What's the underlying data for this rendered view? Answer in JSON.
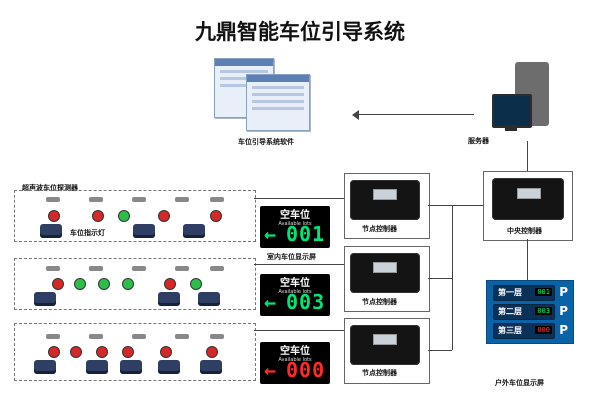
{
  "title": "九鼎智能车位引导系统",
  "labels": {
    "software": "车位引导系统软件",
    "server": "服务器",
    "sensor_zone": "超声波车位探测器",
    "space_indicator": "车位指示灯",
    "indoor_display": "室内车位显示屏",
    "node_controller": "节点控制器",
    "central_controller": "中央控制器",
    "outdoor_display": "户外车位显示屏"
  },
  "signs": [
    {
      "top": "空车位",
      "sub": "Available lots",
      "arrow": "←",
      "value": "001",
      "color": "#00e676"
    },
    {
      "top": "空车位",
      "sub": "Available lots",
      "arrow": "←",
      "value": "003",
      "color": "#00e676"
    },
    {
      "top": "空车位",
      "sub": "Available lots",
      "arrow": "←",
      "value": "000",
      "color": "#ff2a2a"
    }
  ],
  "outdoor_panel": {
    "rows": [
      {
        "label": "第一层",
        "value": "001",
        "p": "P"
      },
      {
        "label": "第二层",
        "value": "003",
        "p": "P"
      },
      {
        "label": "第三层",
        "value": "000",
        "p": "P"
      }
    ]
  },
  "lights": {
    "row1": [
      "#d62828",
      "#d62828",
      "#2bbf4a",
      "#d62828",
      "#d62828"
    ],
    "row2": [
      "#d62828",
      "#2bbf4a",
      "#2bbf4a",
      "#d62828",
      "#2bbf4a",
      "#d62828"
    ],
    "row3": [
      "#d62828",
      "#d62828",
      "#d62828",
      "#d62828",
      "#d62828",
      "#d62828"
    ]
  }
}
